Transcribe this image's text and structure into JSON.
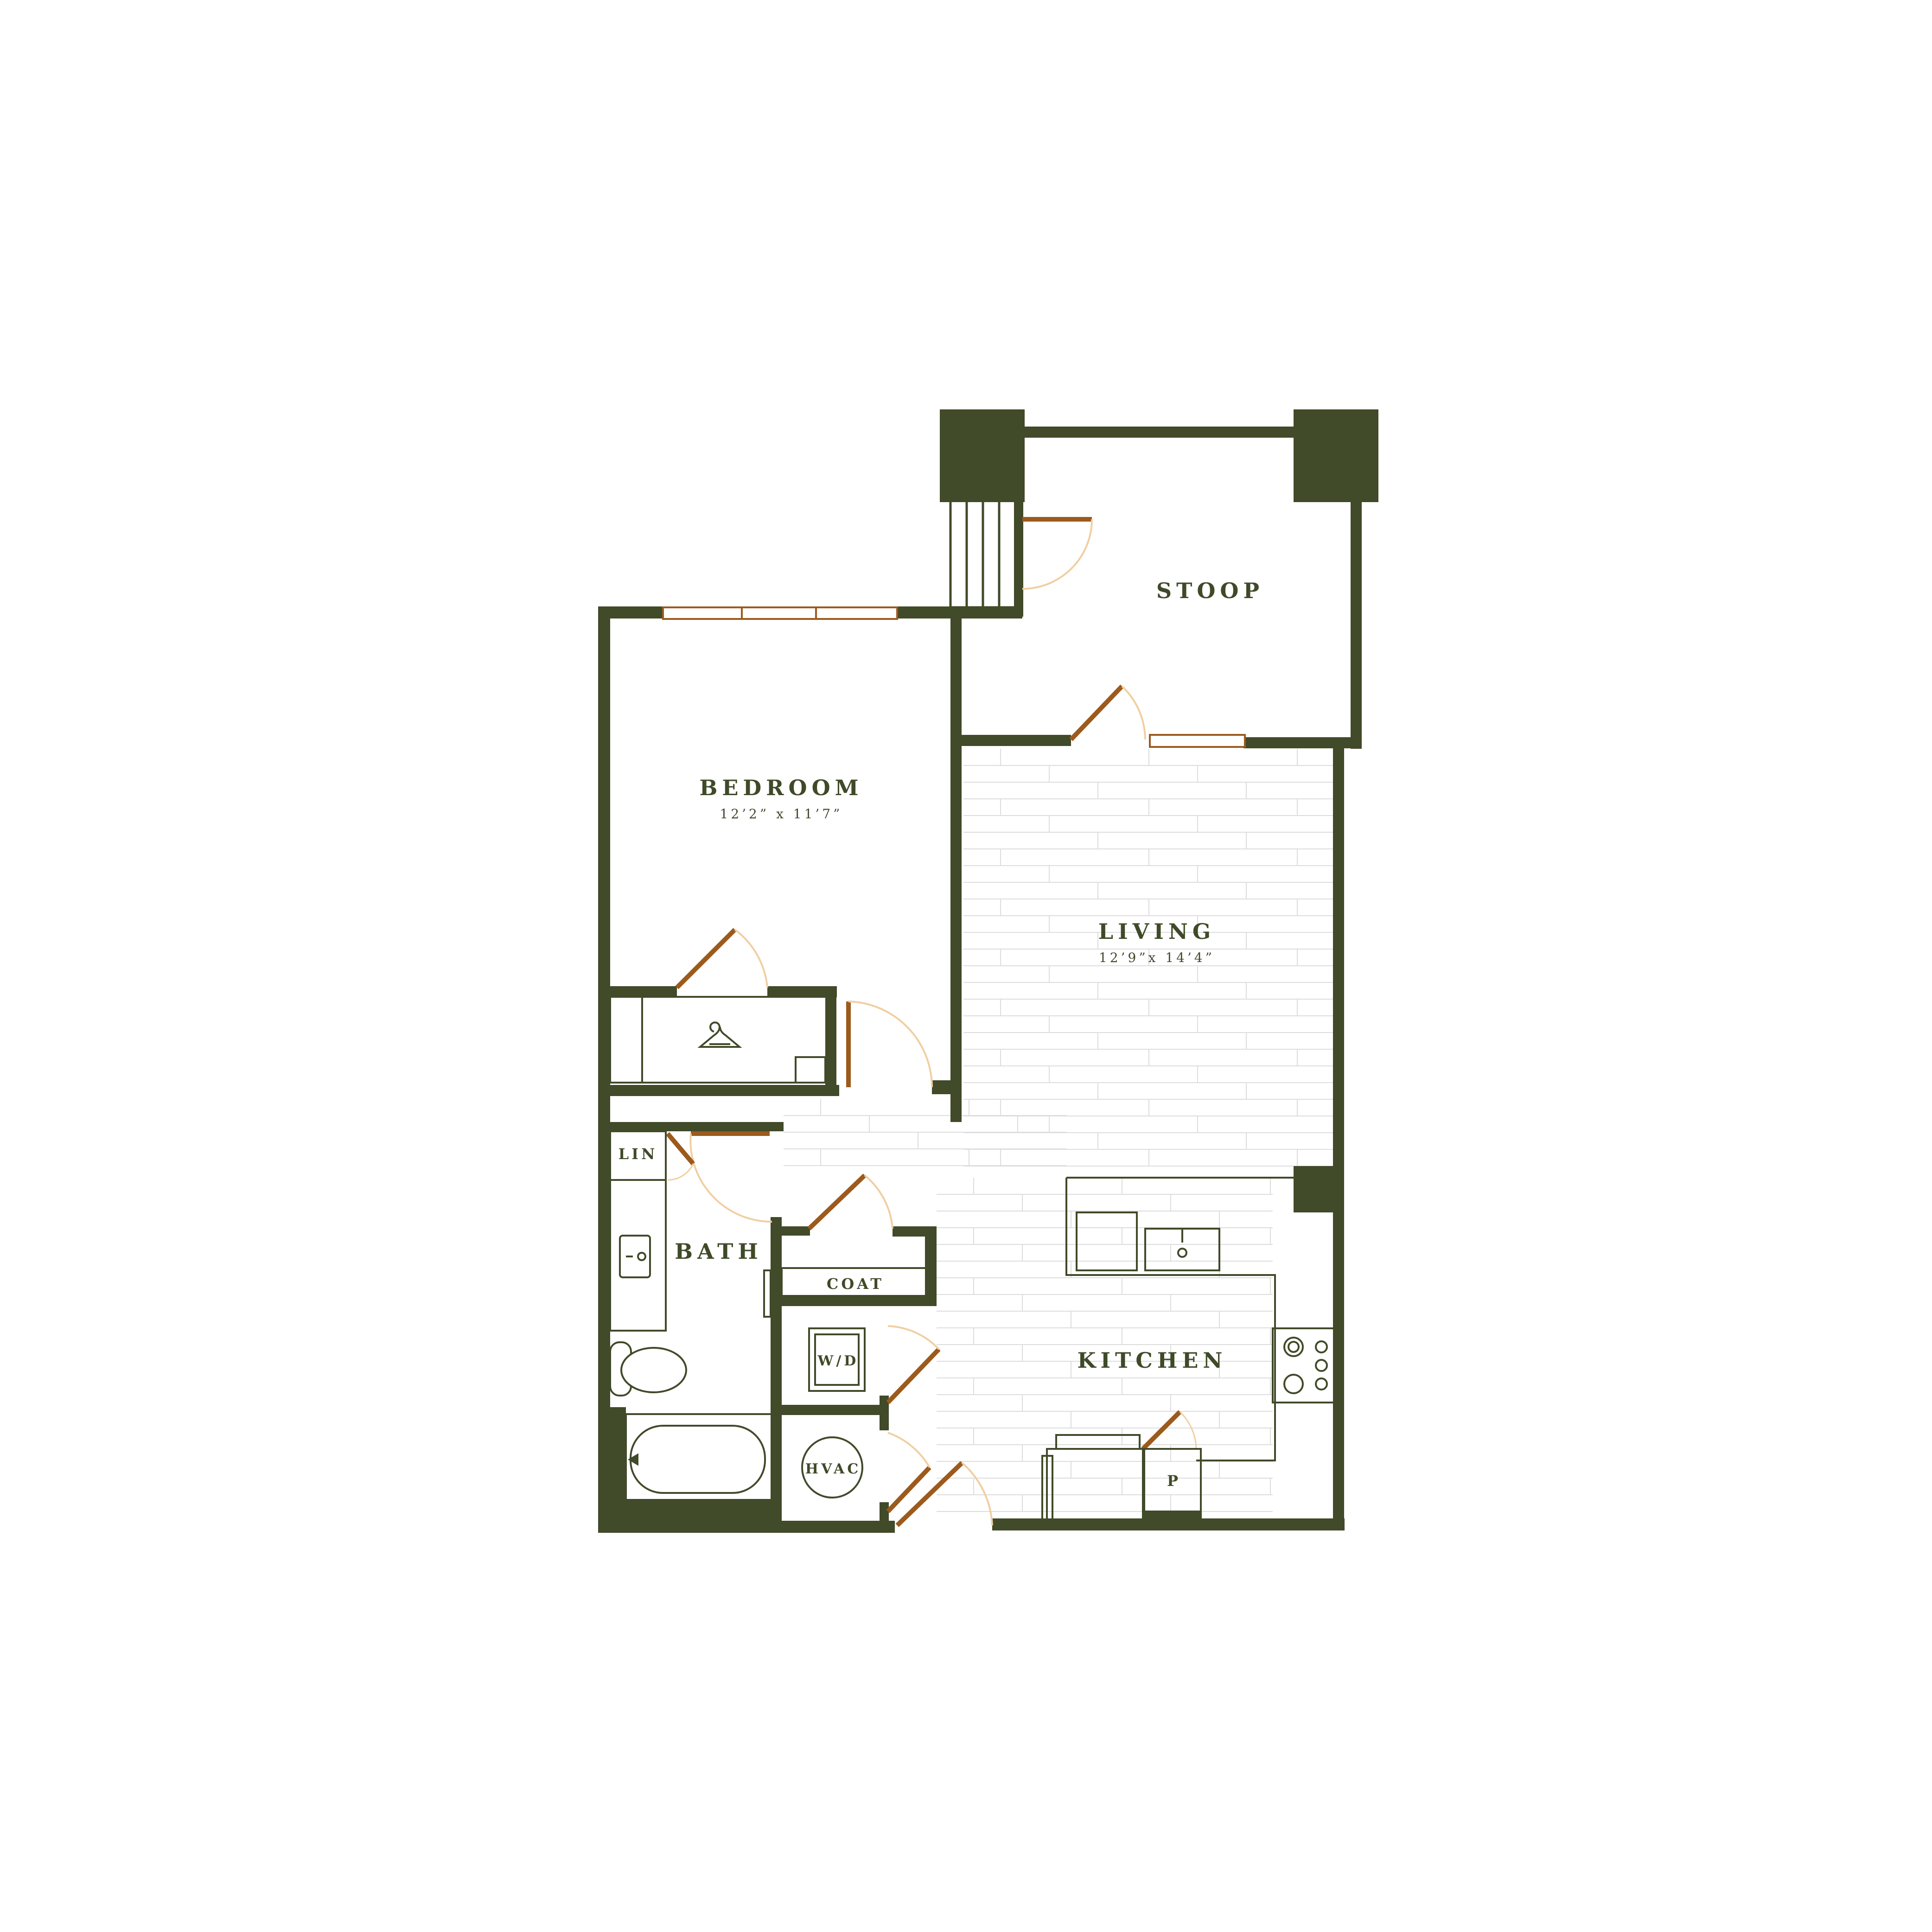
{
  "colors": {
    "wall": "#414a29",
    "door": "#9c5a1c",
    "swing": "#f0cfa2",
    "fixture": "#414a29",
    "floor_line": "#dddddd",
    "window_fill": "#ffffff"
  },
  "rooms": {
    "stoop": {
      "name": "STOOP"
    },
    "bedroom": {
      "name": "BEDROOM",
      "dims": "12’2” x 11’7”"
    },
    "living": {
      "name": "LIVING",
      "dims": "12’9”x 14’4”"
    },
    "bath": {
      "name": "BATH"
    },
    "kitchen": {
      "name": "KITCHEN"
    },
    "linen": {
      "name": "LIN"
    },
    "coat": {
      "name": "COAT"
    },
    "washer_dryer": {
      "name": "W/D"
    },
    "hvac": {
      "name": "HVAC"
    },
    "pantry": {
      "name": "P"
    }
  },
  "icons": {
    "closet": "hanger-icon",
    "sink": "sink-icon",
    "toilet": "toilet-icon",
    "tub": "bathtub-icon",
    "range": "cooktop-icon",
    "fridge": "refrigerator-icon"
  }
}
